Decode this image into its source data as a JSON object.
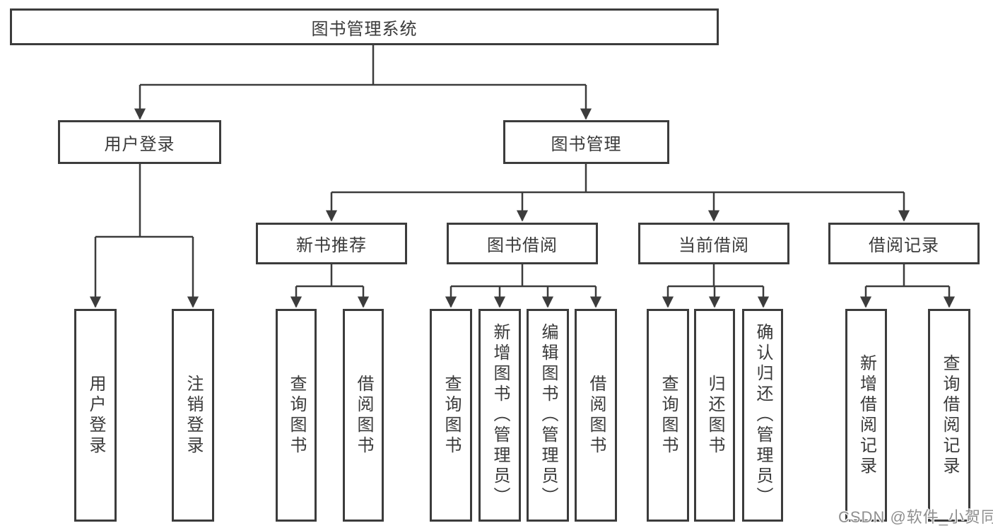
{
  "diagram_title": "图书管理系统",
  "nodes": {
    "root": {
      "label": "图书管理系统"
    },
    "user_login": {
      "label": "用户登录"
    },
    "book_mgmt": {
      "label": "图书管理"
    },
    "new_rec": {
      "label": "新书推荐"
    },
    "borrow": {
      "label": "图书借阅"
    },
    "current": {
      "label": "当前借阅"
    },
    "records": {
      "label": "借阅记录"
    },
    "leaf_user_login": {
      "label": "用户登录"
    },
    "leaf_logout": {
      "label": "注销登录"
    },
    "leaf_rec_query": {
      "label": "查询图书"
    },
    "leaf_rec_borrow": {
      "label": "借阅图书"
    },
    "leaf_bor_query": {
      "label": "查询图书"
    },
    "leaf_bor_add": {
      "label": "新增图书（管理员）"
    },
    "leaf_bor_edit": {
      "label": "编辑图书（管理员）"
    },
    "leaf_bor_borrow": {
      "label": "借阅图书"
    },
    "leaf_cur_query": {
      "label": "查询图书"
    },
    "leaf_cur_return": {
      "label": "归还图书"
    },
    "leaf_cur_confirm": {
      "label": "确认归还（管理员）"
    },
    "leaf_recd_add": {
      "label": "新增借阅记录"
    },
    "leaf_recd_query": {
      "label": "查询借阅记录"
    }
  },
  "watermark": {
    "text": "CSDN @软件_小贺同学"
  },
  "colors": {
    "line": "#3c3c3c",
    "text": "#3a3a3a",
    "background": "#ffffff",
    "watermark": "#8f8f8f"
  }
}
